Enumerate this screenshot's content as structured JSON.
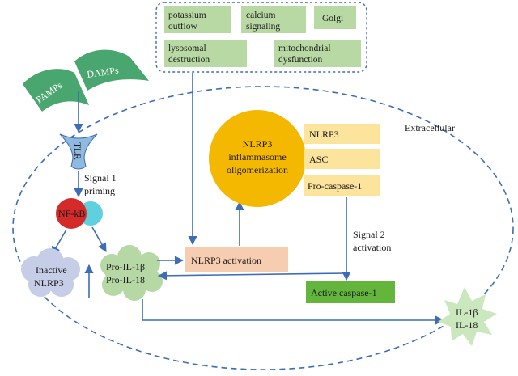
{
  "stimuli": {
    "potassium": [
      "potassium",
      "outflow"
    ],
    "calcium": [
      "calcium",
      "signaling"
    ],
    "golgi": "Golgi",
    "lysosomal": [
      "lysosomal",
      "destruction"
    ],
    "mitochondrial": [
      "mitochondrial",
      "dysfunction"
    ]
  },
  "pamps": "PAMPs",
  "damps": "DAMPs",
  "tlr": "TLR",
  "signal1": [
    "Signal 1",
    "priming"
  ],
  "nfkb": "NF-kB",
  "inactive_nlrp3": [
    "Inactive",
    "NLRP3"
  ],
  "pro_il": [
    "Pro-IL-1β",
    "Pro-IL-18"
  ],
  "nlrp3_activation": "NLRP3 activation",
  "inflammasome": [
    "NLRP3",
    "inflammasome",
    "oligomerization"
  ],
  "components": [
    "NLRP3",
    "ASC",
    "Pro-caspase-1"
  ],
  "extracellular": "Extracellular",
  "signal2": [
    "Signal 2",
    "activation"
  ],
  "active_caspase": "Active caspase-1",
  "il_out": [
    "IL-1β",
    "IL-18"
  ],
  "colors": {
    "arrow": "#3d6db5",
    "stimulus_box": "#b9d9a4",
    "green_shape": "#49a66e",
    "circle": "#f5b800",
    "component_box": "#fde49c",
    "activation_box": "#f6cdb0",
    "caspase_box": "#63b53c",
    "cloud": "#b5d8a5",
    "star": "#cbe7bd",
    "nfkb_red": "#d42a2a",
    "nfkb_cyan": "#5ed0de"
  }
}
